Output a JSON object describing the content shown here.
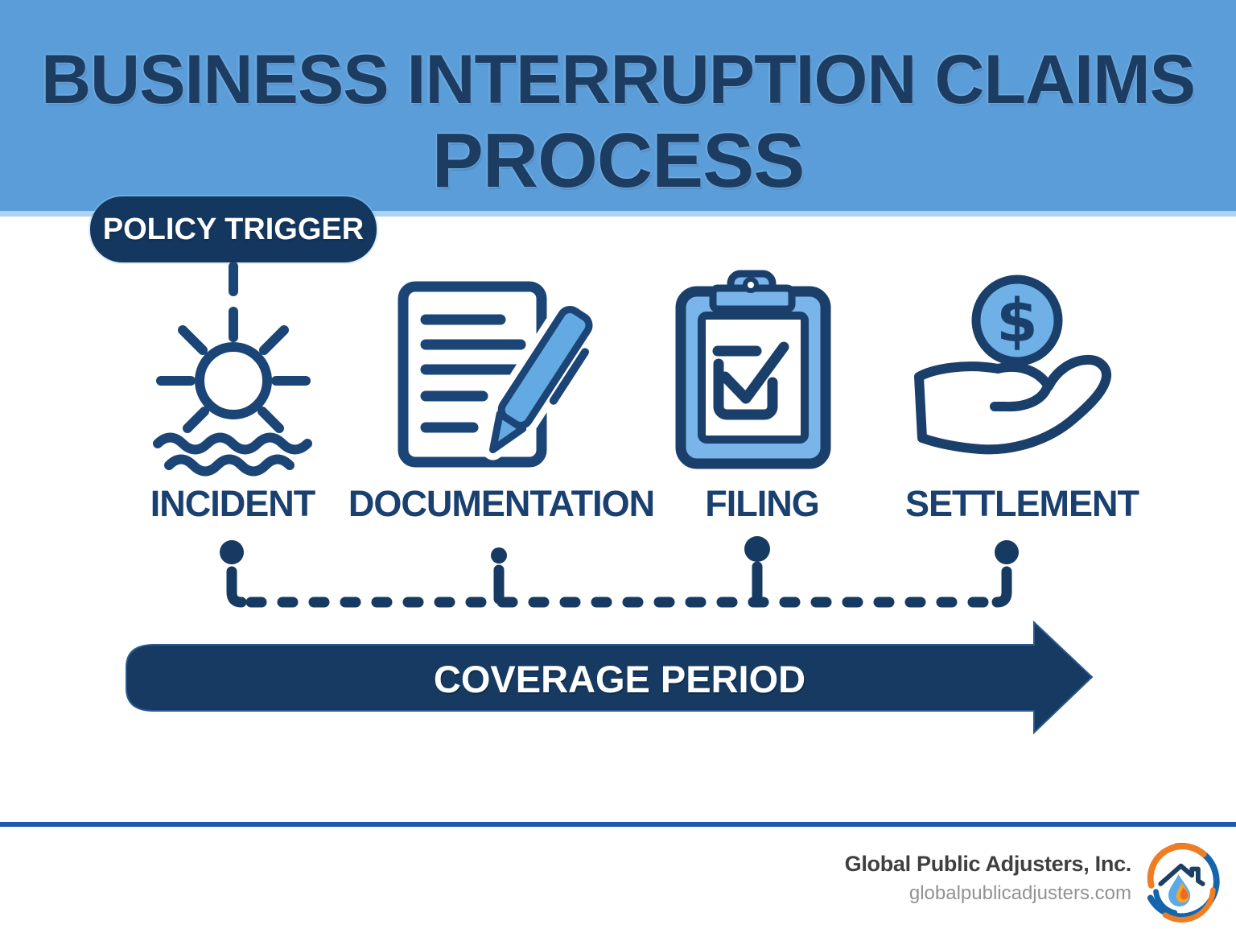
{
  "header": {
    "title_line1": "BUSINESS INTERRUPTION CLAIMS",
    "title_line2": "PROCESS"
  },
  "policy_trigger": {
    "label": "POLICY TRIGGER"
  },
  "steps": [
    {
      "id": "incident",
      "label": "INCIDENT",
      "icon": "sun-over-water-icon"
    },
    {
      "id": "documentation",
      "label": "DOCUMENTATION",
      "icon": "document-pen-icon"
    },
    {
      "id": "filing",
      "label": "FILING",
      "icon": "clipboard-check-icon"
    },
    {
      "id": "settlement",
      "label": "SETTLEMENT",
      "icon": "hand-coin-icon"
    }
  ],
  "timeline": {
    "milestone_count": "4",
    "label": "COVERAGE PERIOD"
  },
  "coin": {
    "symbol": "$"
  },
  "footer": {
    "company": "Global Public Adjusters, Inc.",
    "website": "globalpublicadjusters.com"
  },
  "colors": {
    "band_blue": "#5b9dd9",
    "navy": "#163a61",
    "icon_stroke_navy": "#1b4577",
    "light_blue_fill": "#6fb0e6",
    "divider_blue": "#1a5ab1",
    "title_navy": "#1d3c62",
    "footer_text_gray": "#3f3f3f",
    "footer_url_gray": "#929292",
    "logo_orange": "#ef7d22",
    "logo_blue": "#1565ad",
    "white": "#ffffff"
  }
}
